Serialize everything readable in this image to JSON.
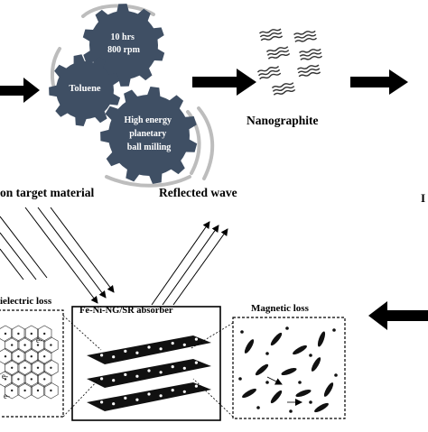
{
  "gears": {
    "top": "10 hrs\n800 rpm",
    "middle": "Toluene",
    "bottom": "High energy\nplanetary\nball milling"
  },
  "labels": {
    "nanographite": "Nanographite",
    "incident": "on target material",
    "reflected": "Reflected wave",
    "dielectric": "ielectric loss",
    "absorber": "Fe-Ni-NG/SR absorber",
    "magnetic": "Magnetic loss",
    "right_edge": "I"
  },
  "electron_labels": [
    "e-",
    "e-",
    "e-"
  ],
  "colors": {
    "gear": "#3f4f64",
    "gear_text": "#ffffff",
    "arrow": "#000000",
    "swoosh": "#b8b8b8"
  }
}
